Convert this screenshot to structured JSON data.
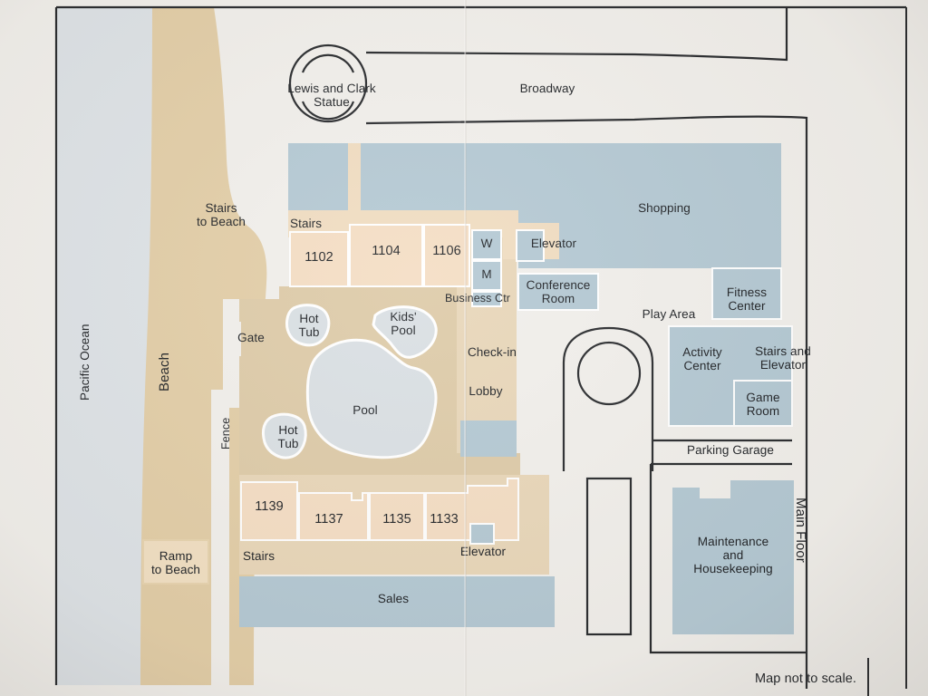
{
  "map": {
    "title": "Main Floor",
    "footer_note": "Map not to scale.",
    "colors": {
      "ocean": "#dde2e6",
      "beach": "#e2cda6",
      "pool_deck": "#ddcaa7",
      "guest_room": "#f4ddc3",
      "amenity_blue": "#b3c8d3",
      "water": "#d9dfe3",
      "paper": "#f1efeb",
      "ink": "#1d2024"
    },
    "streets": {
      "broadway": "Broadway",
      "statue": "Lewis and Clark Statue",
      "parking_garage": "Parking Garage"
    },
    "landscape": {
      "ocean": "Pacific Ocean",
      "beach": "Beach",
      "stairs_to_beach": "Stairs\nto Beach",
      "ramp_to_beach": "Ramp\nto Beach",
      "gate": "Gate",
      "fence": "Fence"
    },
    "pool_area": {
      "pool": "Pool",
      "kids_pool": "Kids'\nPool",
      "hot_tub_upper": "Hot\nTub",
      "hot_tub_lower": "Hot\nTub"
    },
    "rooms_upper": [
      {
        "label": "1102"
      },
      {
        "label": "1104"
      },
      {
        "label": "1106"
      }
    ],
    "rooms_lower": [
      {
        "label": "1139"
      },
      {
        "label": "1137"
      },
      {
        "label": "1135"
      },
      {
        "label": "1133"
      }
    ],
    "facilities": {
      "stairs_upper": "Stairs",
      "stairs_lower": "Stairs",
      "restroom_women": "W",
      "restroom_men": "M",
      "business_center": "Business Ctr",
      "elevator_upper": "Elevator",
      "elevator_lower": "Elevator",
      "conference_room": "Conference\nRoom",
      "check_in": "Check-in",
      "lobby": "Lobby",
      "sales": "Sales",
      "shopping": "Shopping",
      "fitness_center": "Fitness\nCenter",
      "play_area": "Play Area",
      "activity_center": "Activity\nCenter",
      "stairs_and_elevator": "Stairs and\nElevator",
      "game_room": "Game\nRoom",
      "maintenance": "Maintenance\nand\nHousekeeping"
    }
  }
}
